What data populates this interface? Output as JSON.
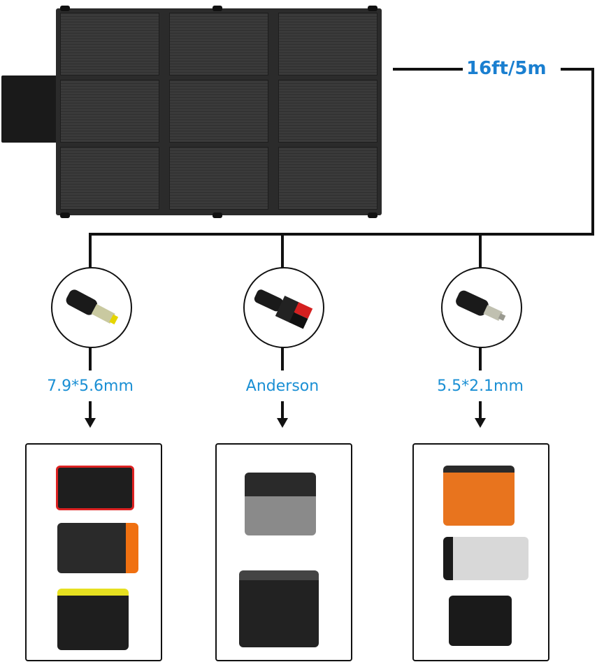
{
  "cable_length_label": "16ft/5m",
  "connectors": [
    {
      "label": "7.9*5.6mm",
      "icon": "barrel-plug-icon"
    },
    {
      "label": "Anderson",
      "icon": "anderson-plug-icon"
    },
    {
      "label": "5.5*2.1mm",
      "icon": "barrel-plug-icon"
    }
  ],
  "colors": {
    "accent": "#1a8fd4",
    "line": "#111111",
    "panel": "#2b2b2b"
  }
}
